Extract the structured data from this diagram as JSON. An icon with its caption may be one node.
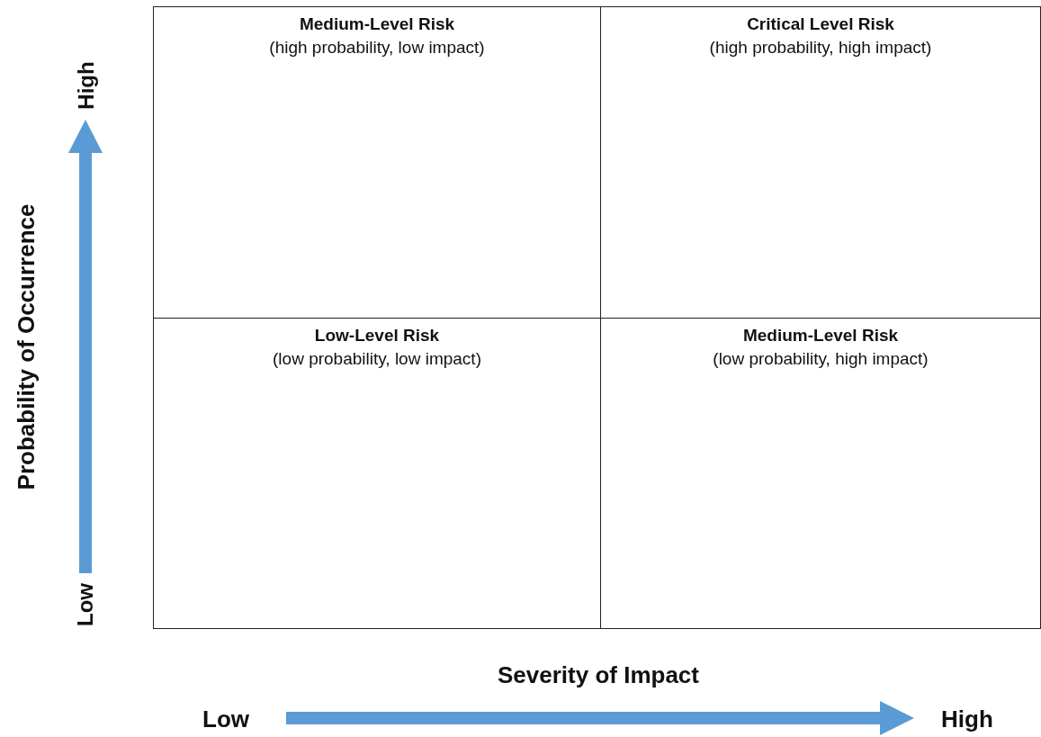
{
  "diagram": {
    "nodes": [
      {
        "text": [
          "Medium-Level Risk",
          "(high probability, low impact)"
        ]
      },
      {
        "text": [
          "Critical Level Risk",
          "(high probability, high impact)"
        ]
      },
      {
        "text": [
          "Low-Level Risk",
          "(low probability, low impact)"
        ]
      },
      {
        "text": [
          "Medium-Level Risk",
          "(low probability, high impact)"
        ]
      }
    ],
    "labels": [
      "High",
      "Probability of Occurrence",
      "Low",
      "Severity of Impact",
      "Low",
      "High"
    ]
  }
}
